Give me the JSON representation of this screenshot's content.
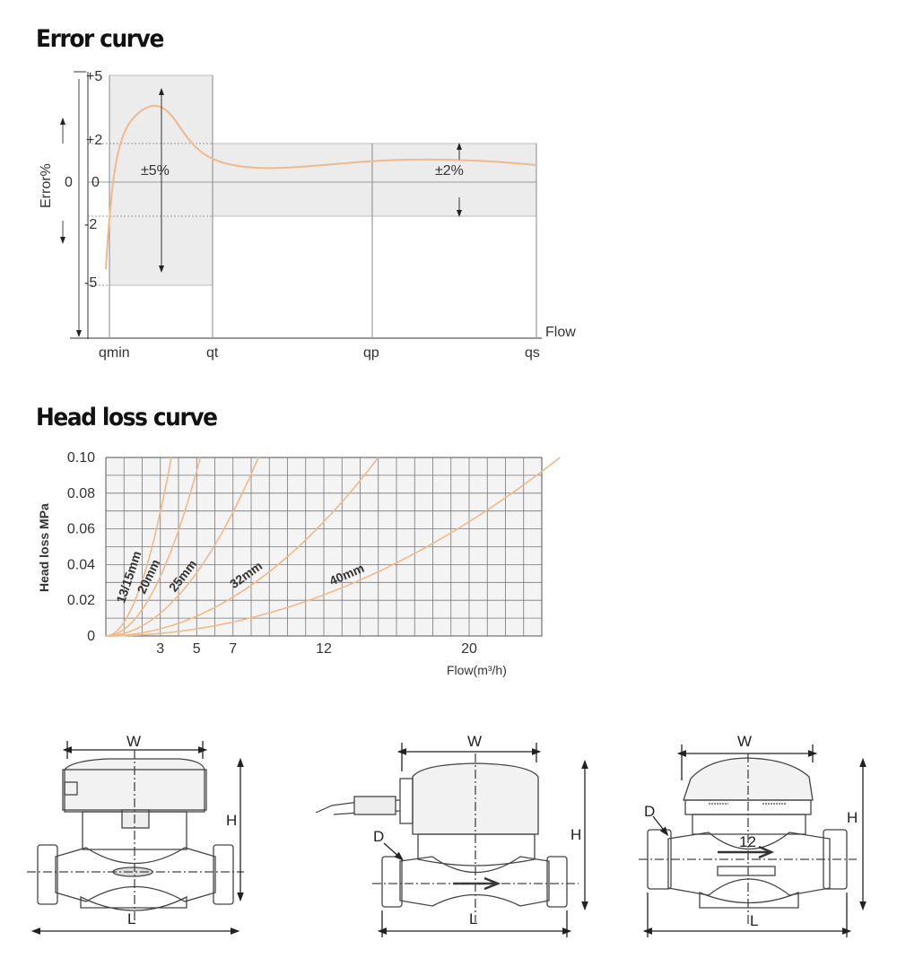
{
  "error_curve": {
    "title": "Error curve",
    "ylabel": "Error%",
    "y_ticks": [
      "+5",
      "+2",
      "0",
      "-2",
      "-5"
    ],
    "x_ticks": [
      "qmin",
      "qt",
      "qp",
      "qs"
    ],
    "x_axis_label": "Flow",
    "band_lower": "±5%",
    "band_upper": "±2%",
    "curve_color": "#f0b98a",
    "band_color": "#ececec"
  },
  "chart_data": {
    "type": "line",
    "title": "Head loss curve",
    "xlabel": "Flow(m³/h)",
    "ylabel": "Head loss MPa",
    "xlim": [
      0,
      24
    ],
    "ylim": [
      0,
      0.1
    ],
    "x_ticks": [
      "3",
      "5",
      "7",
      "12",
      "20"
    ],
    "y_ticks": [
      "0",
      "0.02",
      "0.04",
      "0.06",
      "0.08",
      "0.10"
    ],
    "grid": true,
    "curve_color": "#f0b98a",
    "series": [
      {
        "name": "13/15mm",
        "k": 0.0264
      },
      {
        "name": "20mm",
        "k": 0.0057
      },
      {
        "name": "25mm",
        "k": 0.0047
      },
      {
        "name": "32mm",
        "k": 0.0125
      },
      {
        "name": "40mm",
        "k": 0.0032
      }
    ],
    "series_points": [
      {
        "name": "13/15mm",
        "x": [
          0,
          1,
          2,
          3,
          3.6
        ],
        "y": [
          0,
          0.0077,
          0.031,
          0.069,
          0.1
        ]
      },
      {
        "name": "20mm",
        "x": [
          0,
          1,
          2,
          4,
          5.2
        ],
        "y": [
          0,
          0.0037,
          0.015,
          0.059,
          0.1
        ]
      },
      {
        "name": "25mm",
        "x": [
          0,
          2,
          4,
          6,
          8.4
        ],
        "y": [
          0,
          0.0057,
          0.023,
          0.051,
          0.1
        ]
      },
      {
        "name": "32mm",
        "x": [
          0,
          3,
          6,
          9,
          15
        ],
        "y": [
          0,
          0.004,
          0.016,
          0.036,
          0.1
        ]
      },
      {
        "name": "40mm",
        "x": [
          0,
          5,
          10,
          15,
          25
        ],
        "y": [
          0,
          0.004,
          0.016,
          0.036,
          0.1
        ]
      }
    ]
  },
  "drawings": [
    {
      "dims": {
        "width": "W",
        "height": "H",
        "length": "L"
      }
    },
    {
      "dims": {
        "width": "W",
        "height": "H",
        "length": "L",
        "diameter": "D"
      }
    },
    {
      "dims": {
        "width": "W",
        "height": "H",
        "length": "L",
        "diameter": "D"
      },
      "flow_mark": "12"
    }
  ]
}
